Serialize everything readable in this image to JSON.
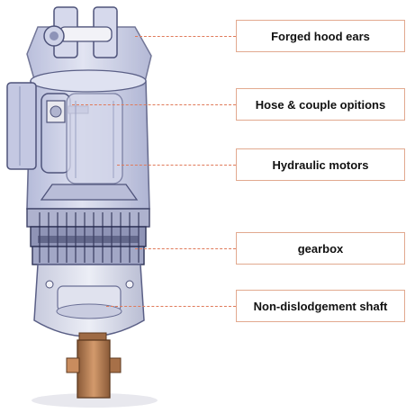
{
  "labels": [
    {
      "id": "hood",
      "text": "Forged hood ears"
    },
    {
      "id": "hose",
      "text": "Hose & couple opitions"
    },
    {
      "id": "motor",
      "text": "Hydraulic motors"
    },
    {
      "id": "gearbox",
      "text": "gearbox"
    },
    {
      "id": "shaft",
      "text": "Non-dislodgement shaft"
    }
  ],
  "colors": {
    "leader": "#e07a5a",
    "box_border": "#e2a98f",
    "housing": "#c9cde6",
    "housing_stroke": "#5a5f86",
    "shaft": "#b87d52"
  }
}
